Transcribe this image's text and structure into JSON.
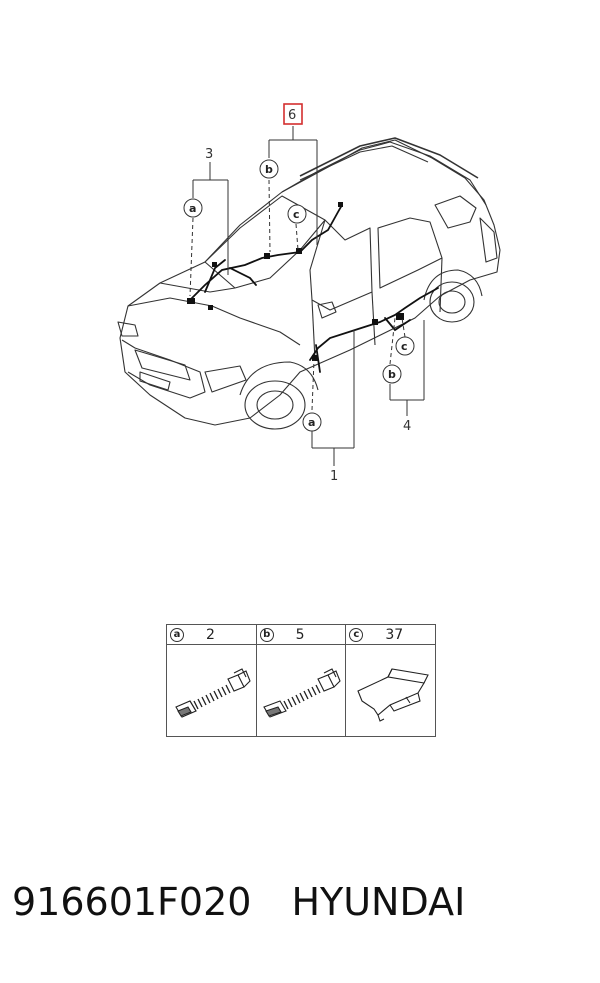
{
  "diagram": {
    "callouts": {
      "c1": "1",
      "c3": "3",
      "c4": "4",
      "c6": "6"
    },
    "circles": {
      "a": "a",
      "b": "b",
      "c": "c"
    },
    "highlight_color": "#d32f2f"
  },
  "parts_table": {
    "columns": [
      {
        "key": "a",
        "qty": "2",
        "icon": "grommet-with-corrugated-tube-icon"
      },
      {
        "key": "b",
        "qty": "5",
        "icon": "grommet-with-corrugated-tube-icon"
      },
      {
        "key": "c",
        "qty": "37",
        "icon": "protector-bracket-icon"
      }
    ]
  },
  "footer": {
    "part_number": "916601F020",
    "brand": "HYUNDAI"
  }
}
